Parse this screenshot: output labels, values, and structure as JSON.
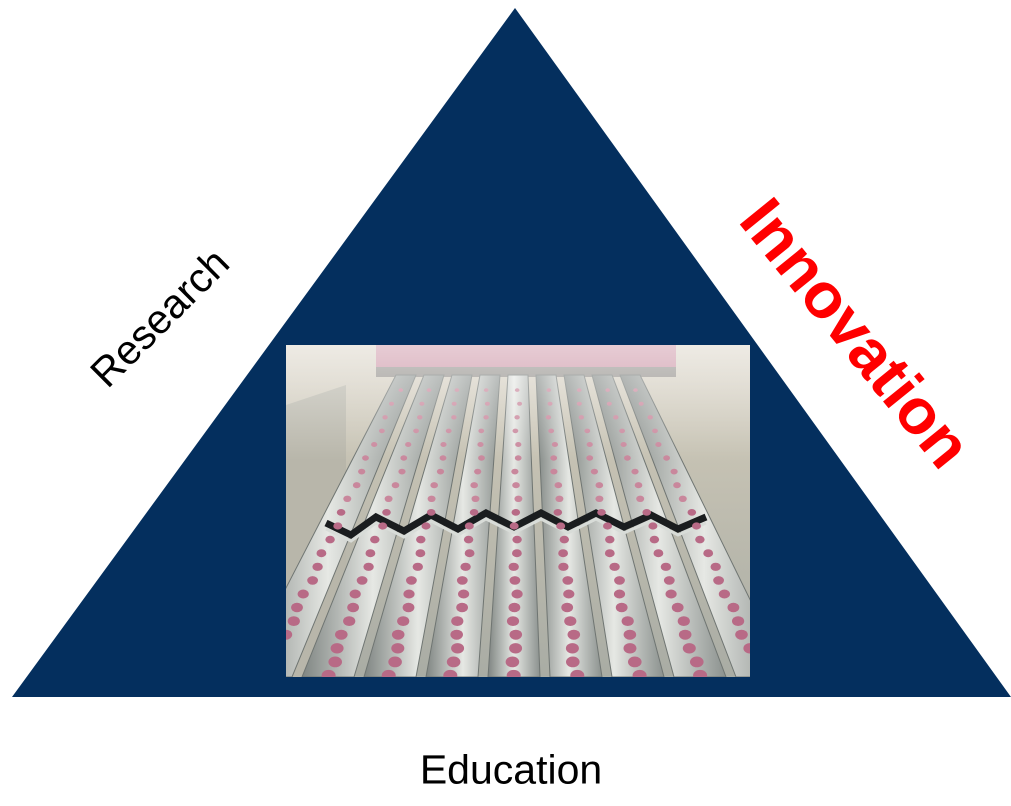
{
  "diagram": {
    "labels": {
      "left_side": "Research",
      "right_side": "Innovation",
      "bottom": "Education"
    },
    "colors": {
      "triangle_fill": "#042f5e",
      "left_label": "#000000",
      "right_label": "#ff0000",
      "bottom_label": "#000000"
    },
    "center_image": {
      "subject": "pharmaceutical production line with pink tablets on corrugated metal rails"
    }
  }
}
